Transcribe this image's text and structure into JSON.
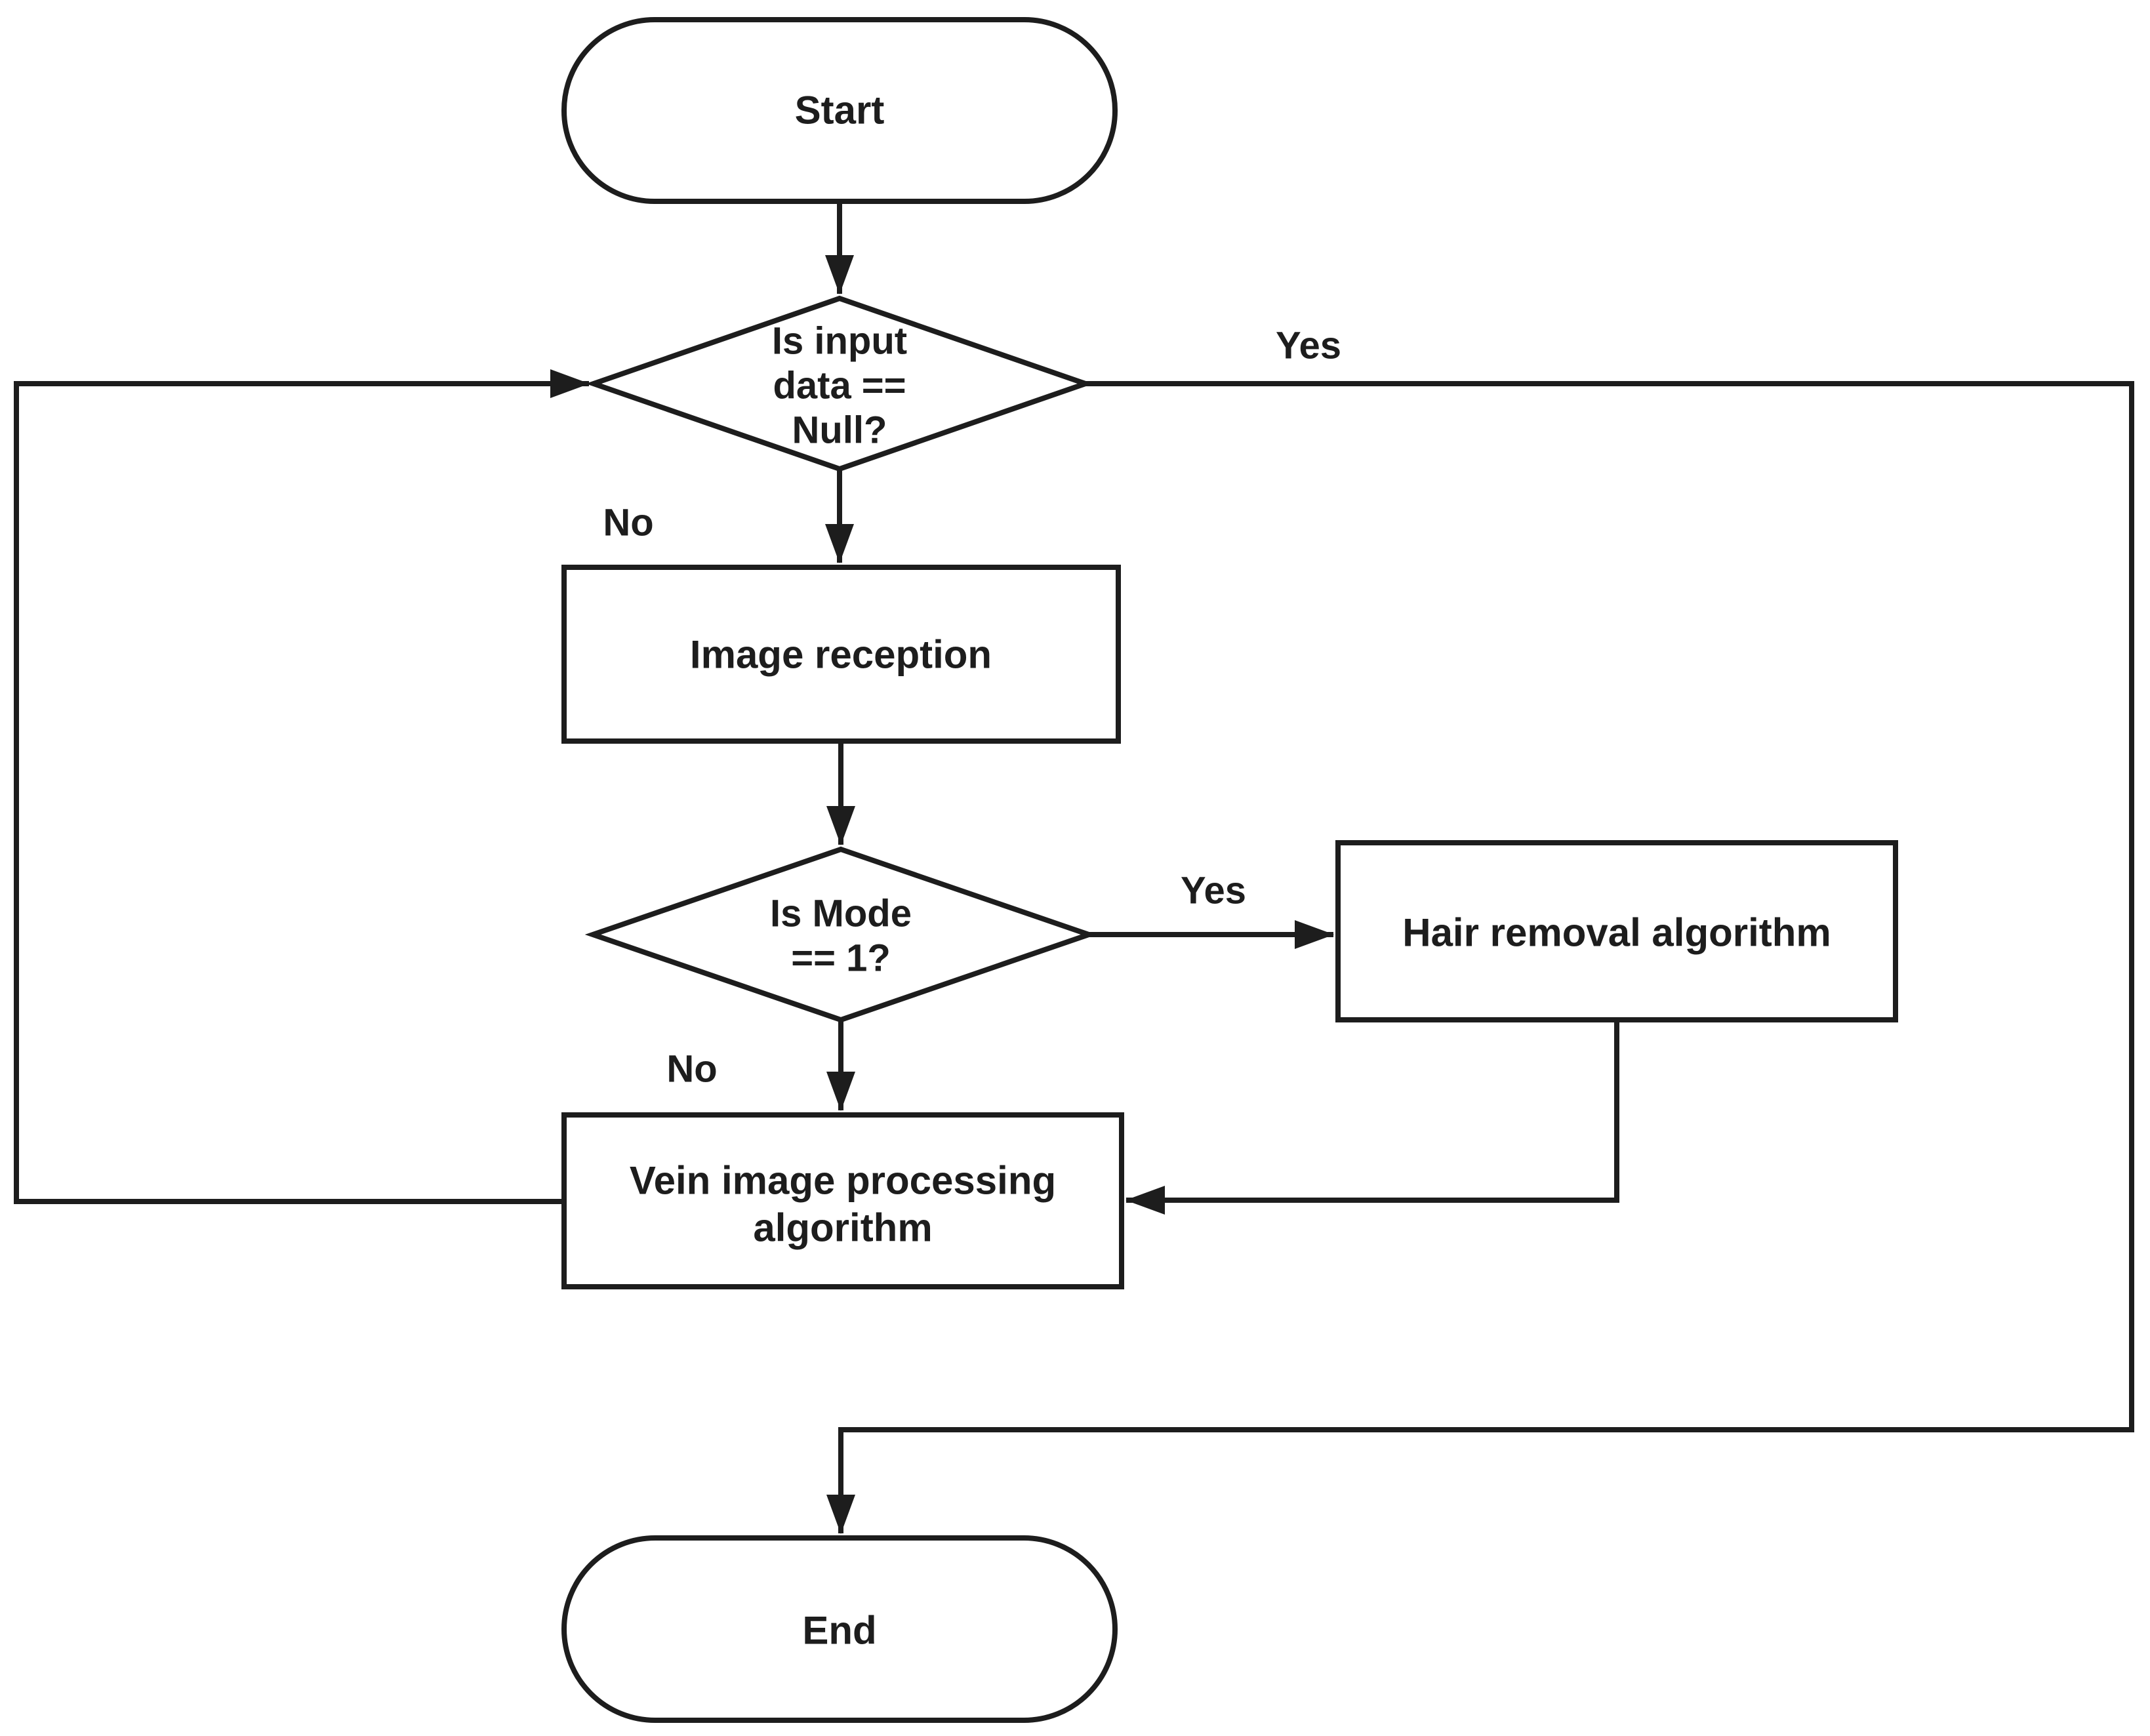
{
  "figure": {
    "background_color": "#ffffff",
    "line_color": "#1d1d1d",
    "text_color": "#1d1d1d"
  },
  "nodes": {
    "start": {
      "shape": "terminator",
      "label": "Start"
    },
    "null_check": {
      "shape": "decision",
      "lines": [
        "Is input",
        "data ==",
        "Null?"
      ]
    },
    "image_reception": {
      "shape": "process",
      "label": "Image reception"
    },
    "mode_check": {
      "shape": "decision",
      "lines": [
        "Is Mode",
        "== 1?"
      ]
    },
    "hair_removal": {
      "shape": "process",
      "label": "Hair removal algorithm"
    },
    "vein_processing": {
      "shape": "process",
      "lines": [
        "Vein image processing",
        "algorithm"
      ]
    },
    "end": {
      "shape": "terminator",
      "label": "End"
    }
  },
  "edge_labels": {
    "null_check_yes": "Yes",
    "null_check_no": "No",
    "mode_check_yes": "Yes",
    "mode_check_no": "No"
  }
}
